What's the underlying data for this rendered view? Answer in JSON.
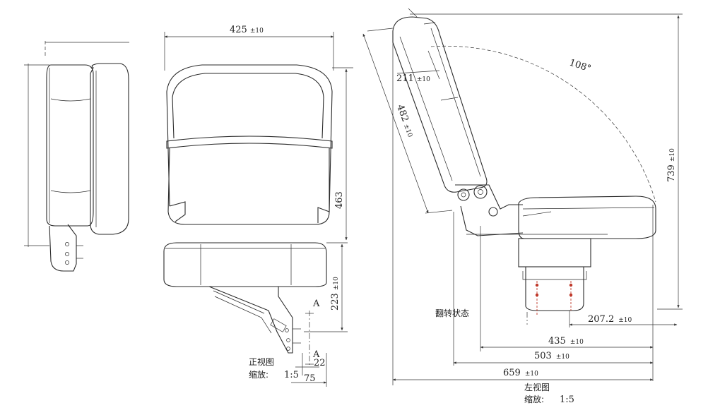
{
  "front_view": {
    "width_value": "425",
    "width_tol": "±10",
    "height_value": "463",
    "seat_height_value": "223",
    "seat_height_tol": "±10",
    "section_mark": "A",
    "bracket_value": "22",
    "bracket_width_value": "75",
    "caption": "正视图",
    "scale_label": "缩放:",
    "scale_value": "1:5"
  },
  "side_view": {
    "angle_label": "108°",
    "top_value": "211",
    "top_tol": "±10",
    "back_value": "482",
    "back_tol": "±10",
    "height_value": "739",
    "height_tol": "±10",
    "flip_label": "翻转状态",
    "dim_207": "207.2",
    "dim_207_tol": "±10",
    "dim_435": "435",
    "dim_435_tol": "±10",
    "dim_503": "503",
    "dim_503_tol": "±10",
    "dim_659": "659",
    "dim_659_tol": "±10",
    "caption": "左视图",
    "scale_label": "缩放:",
    "scale_value": "1:5"
  }
}
